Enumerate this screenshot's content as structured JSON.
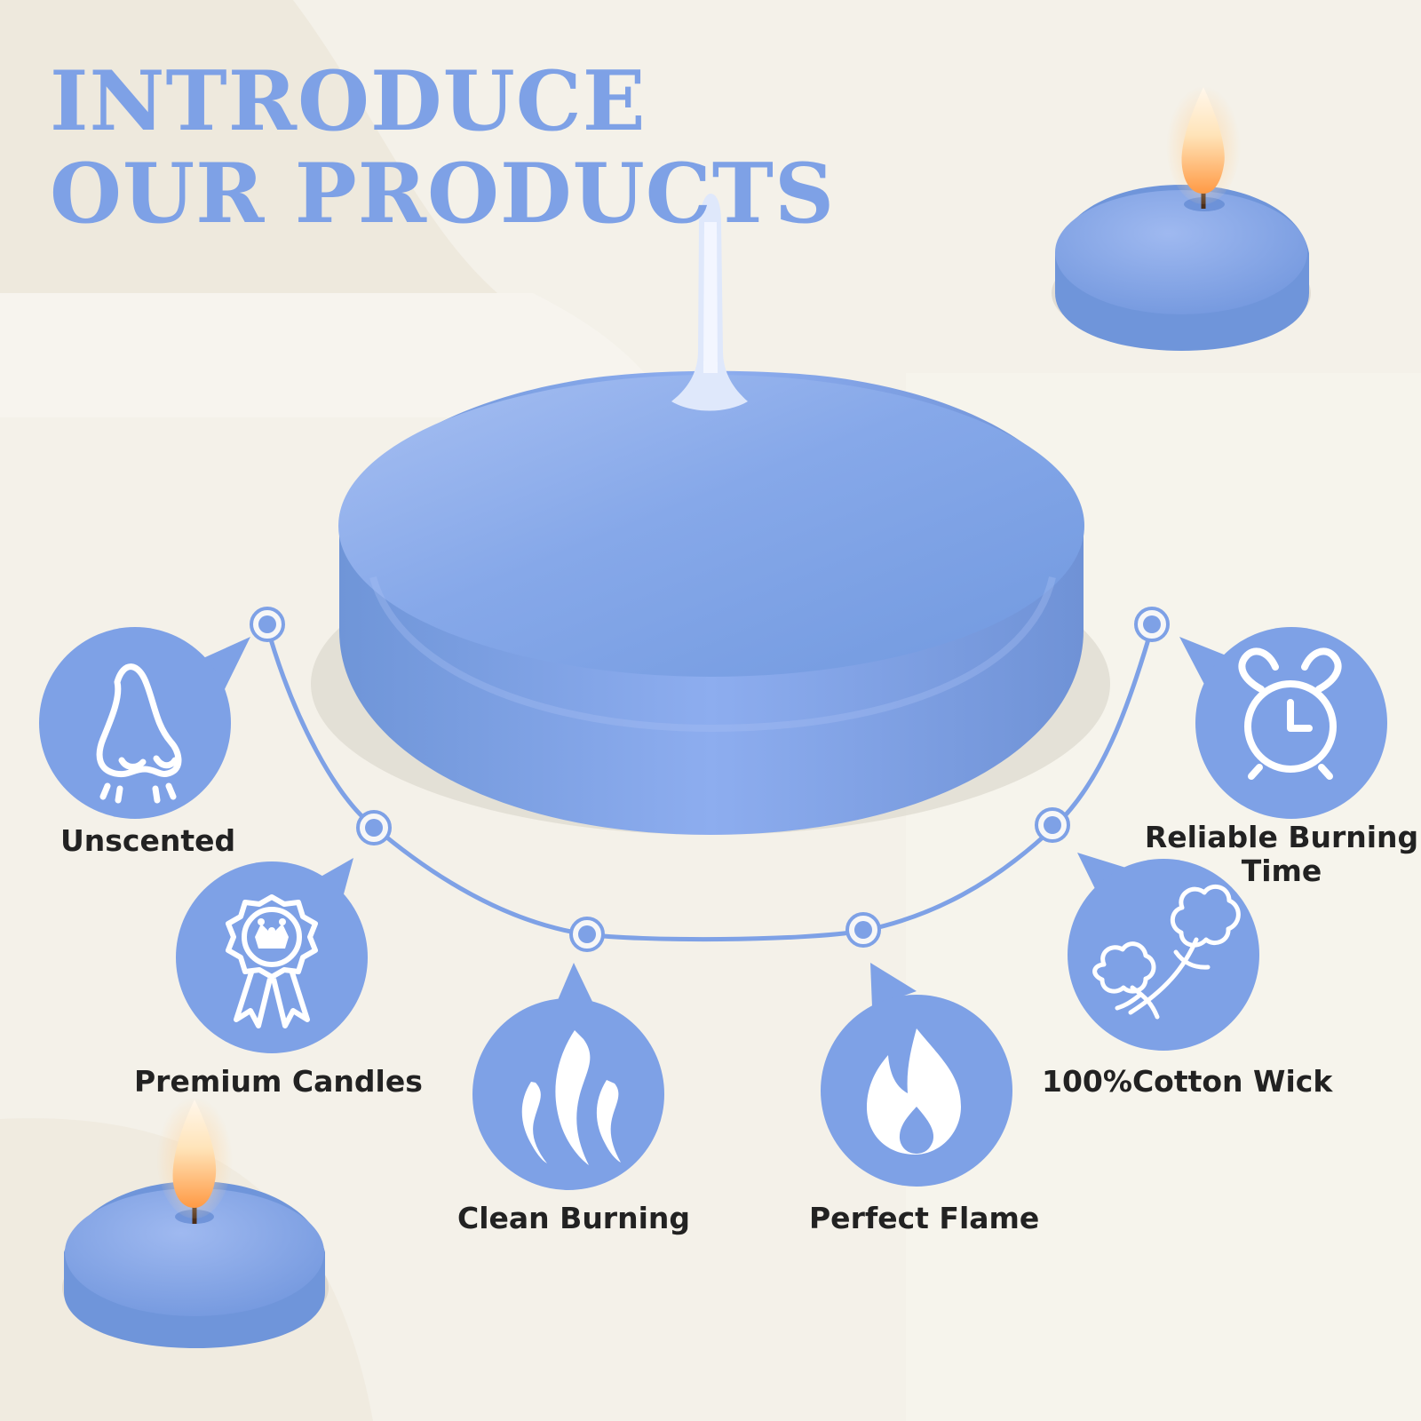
{
  "title": {
    "line1": "INTRODUCE",
    "line2": "OUR PRODUCTS"
  },
  "colors": {
    "accent": "#7ea1e6",
    "candle": "#84a7e8",
    "background": "#f4f1e9",
    "label": "#222222"
  },
  "features": [
    {
      "label": "Unscented",
      "icon": "nose-icon"
    },
    {
      "label": "Premium Candles",
      "icon": "award-badge-icon"
    },
    {
      "label": "Clean Burning",
      "icon": "smoke-waves-icon"
    },
    {
      "label": "Perfect Flame",
      "icon": "flame-icon"
    },
    {
      "label": "100%Cotton Wick",
      "icon": "cotton-icon"
    },
    {
      "label_line1": "Reliable Burning",
      "label_line2": "Time",
      "icon": "alarm-clock-icon"
    }
  ]
}
